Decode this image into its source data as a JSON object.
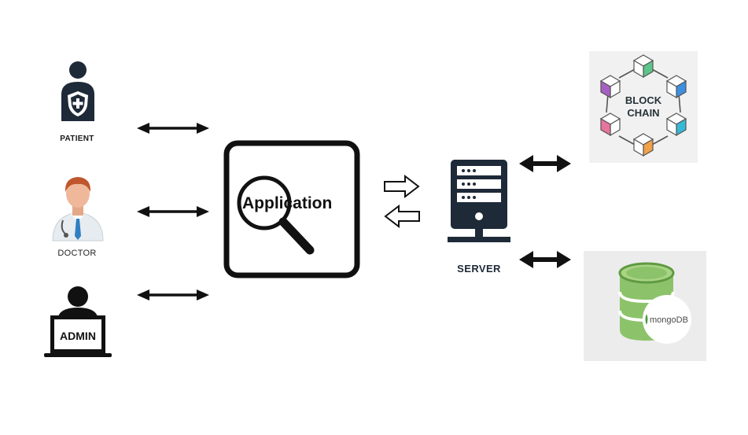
{
  "actors": {
    "patient": {
      "label": "PATIENT",
      "icon": "patient-shield-icon"
    },
    "doctor": {
      "label": "DOCTOR",
      "icon": "doctor-avatar-icon"
    },
    "admin": {
      "label": "ADMIN",
      "icon": "admin-laptop-icon"
    }
  },
  "application": {
    "title": "Application",
    "icon": "magnifying-glass-icon"
  },
  "server": {
    "label": "SERVER",
    "icon": "server-rack-icon"
  },
  "blockchain": {
    "line1": "BLOCK",
    "line2": "CHAIN",
    "icon": "blockchain-hexagon-icon"
  },
  "database": {
    "label": "mongoDB",
    "icon": "database-cylinder-icon"
  },
  "connectors": {
    "actor_to_app": "double-headed-arrow-icon",
    "app_server": [
      "arrow-right-outline-icon",
      "arrow-left-outline-icon"
    ],
    "server_to_storage": "double-headed-arrow-icon"
  },
  "colors": {
    "dark": "#1e2a38",
    "doctor_coat": "#e6ecef",
    "doctor_tie": "#2f7fc4",
    "skin": "#f0b89a",
    "hair": "#c0562e",
    "db_green": "#8cc36a",
    "db_dark": "#5f9a42"
  }
}
